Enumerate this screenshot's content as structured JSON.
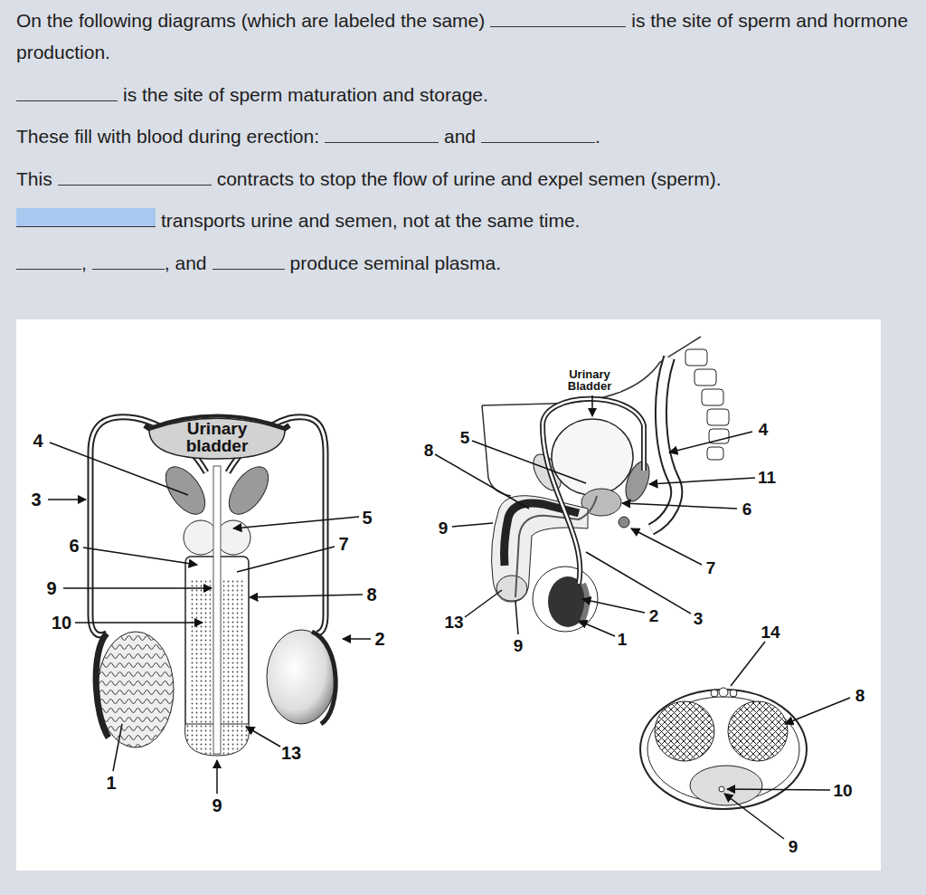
{
  "diagram": {
    "nodes": [
      {
        "text": [
          "Urinary bladder"
        ]
      }
    ],
    "labels": [
      "On the following diagrams (which are labeled the same)",
      "is the site of sperm and hormone production.",
      "is the site of sperm maturation and storage.",
      "These fill with blood during erection:",
      "and",
      ".",
      "This",
      "contracts to stop the flow of urine and expel semen (sperm).",
      "transports urine and semen, not at the same time.",
      ",",
      ", and",
      "produce seminal plasma.",
      "4",
      "3",
      "6",
      "9",
      "10",
      "1",
      "5",
      "7",
      "8",
      "2",
      "13",
      "9",
      "Urinary Bladder",
      "5",
      "8",
      "4",
      "11",
      "6",
      "9",
      "7",
      "13",
      "9",
      "2",
      "3",
      "1",
      "14",
      "8",
      "10",
      "9"
    ]
  }
}
